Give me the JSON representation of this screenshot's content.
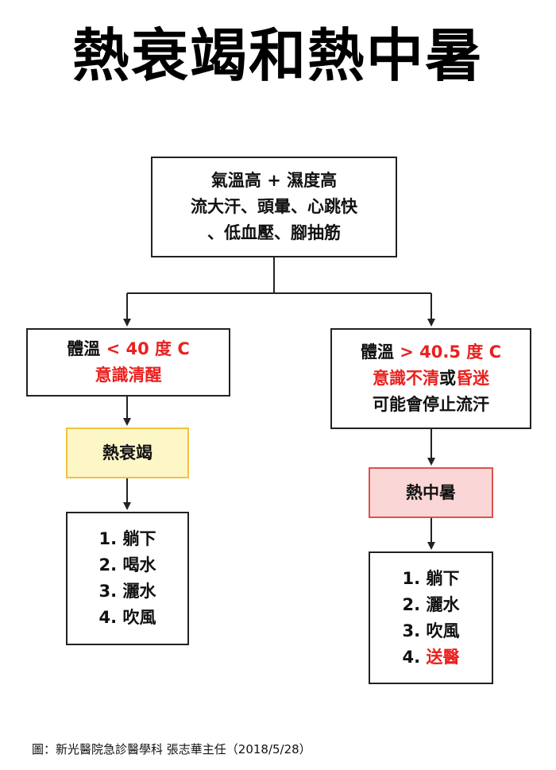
{
  "title": "熱衰竭和熱中暑",
  "top_box": {
    "line1": "氣溫高 + 濕度高",
    "line2": "流大汗、頭暈、心跳快",
    "line3": "、低血壓、腳抽筋"
  },
  "left": {
    "condition": {
      "temp_label": "體溫",
      "temp_value": "< 40 度 C",
      "consciousness": "意識清醒"
    },
    "diagnosis": "熱衰竭",
    "steps": [
      "1. 躺下",
      "2. 喝水",
      "3. 灑水",
      "4. 吹風"
    ]
  },
  "right": {
    "condition": {
      "temp_label": "體溫",
      "temp_value": "> 40.5 度 C",
      "consciousness_a": "意識不清",
      "consciousness_or": "或",
      "consciousness_b": "昏迷",
      "sweat": "可能會停止流汗"
    },
    "diagnosis": "熱中暑",
    "steps": [
      "1. 躺下",
      "2. 灑水",
      "3. 吹風"
    ],
    "step4_num": "4.",
    "step4_text": "送醫"
  },
  "credit": "圖：新光醫院急診醫學科  張志華主任（2018/5/28）",
  "colors": {
    "emphasis_red": "#e8211f",
    "heat_exhaustion_fill": "#fdf6c7",
    "heat_exhaustion_border": "#f0c33c",
    "heat_stroke_fill": "#fbd6d6",
    "heat_stroke_border": "#d9534f"
  }
}
